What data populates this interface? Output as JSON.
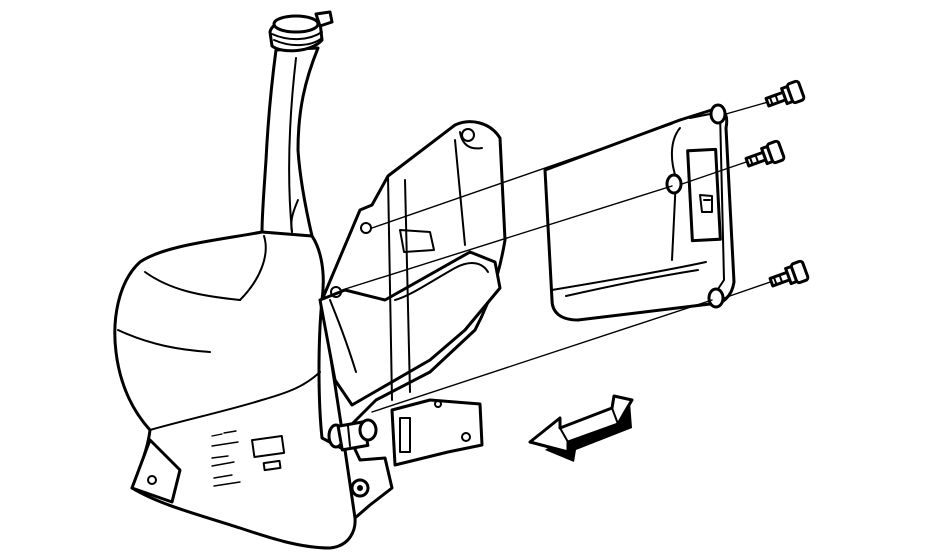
{
  "diagram": {
    "parts": [
      "washer-fluid-reservoir",
      "filler-neck",
      "filler-cap",
      "mounting-bracket",
      "heat-shield-cover",
      "mounting-bolt-top",
      "mounting-bolt-middle",
      "mounting-bolt-bottom",
      "pump-connector",
      "direction-arrow"
    ],
    "stroke_color": "#000000",
    "background_color": "#ffffff"
  }
}
